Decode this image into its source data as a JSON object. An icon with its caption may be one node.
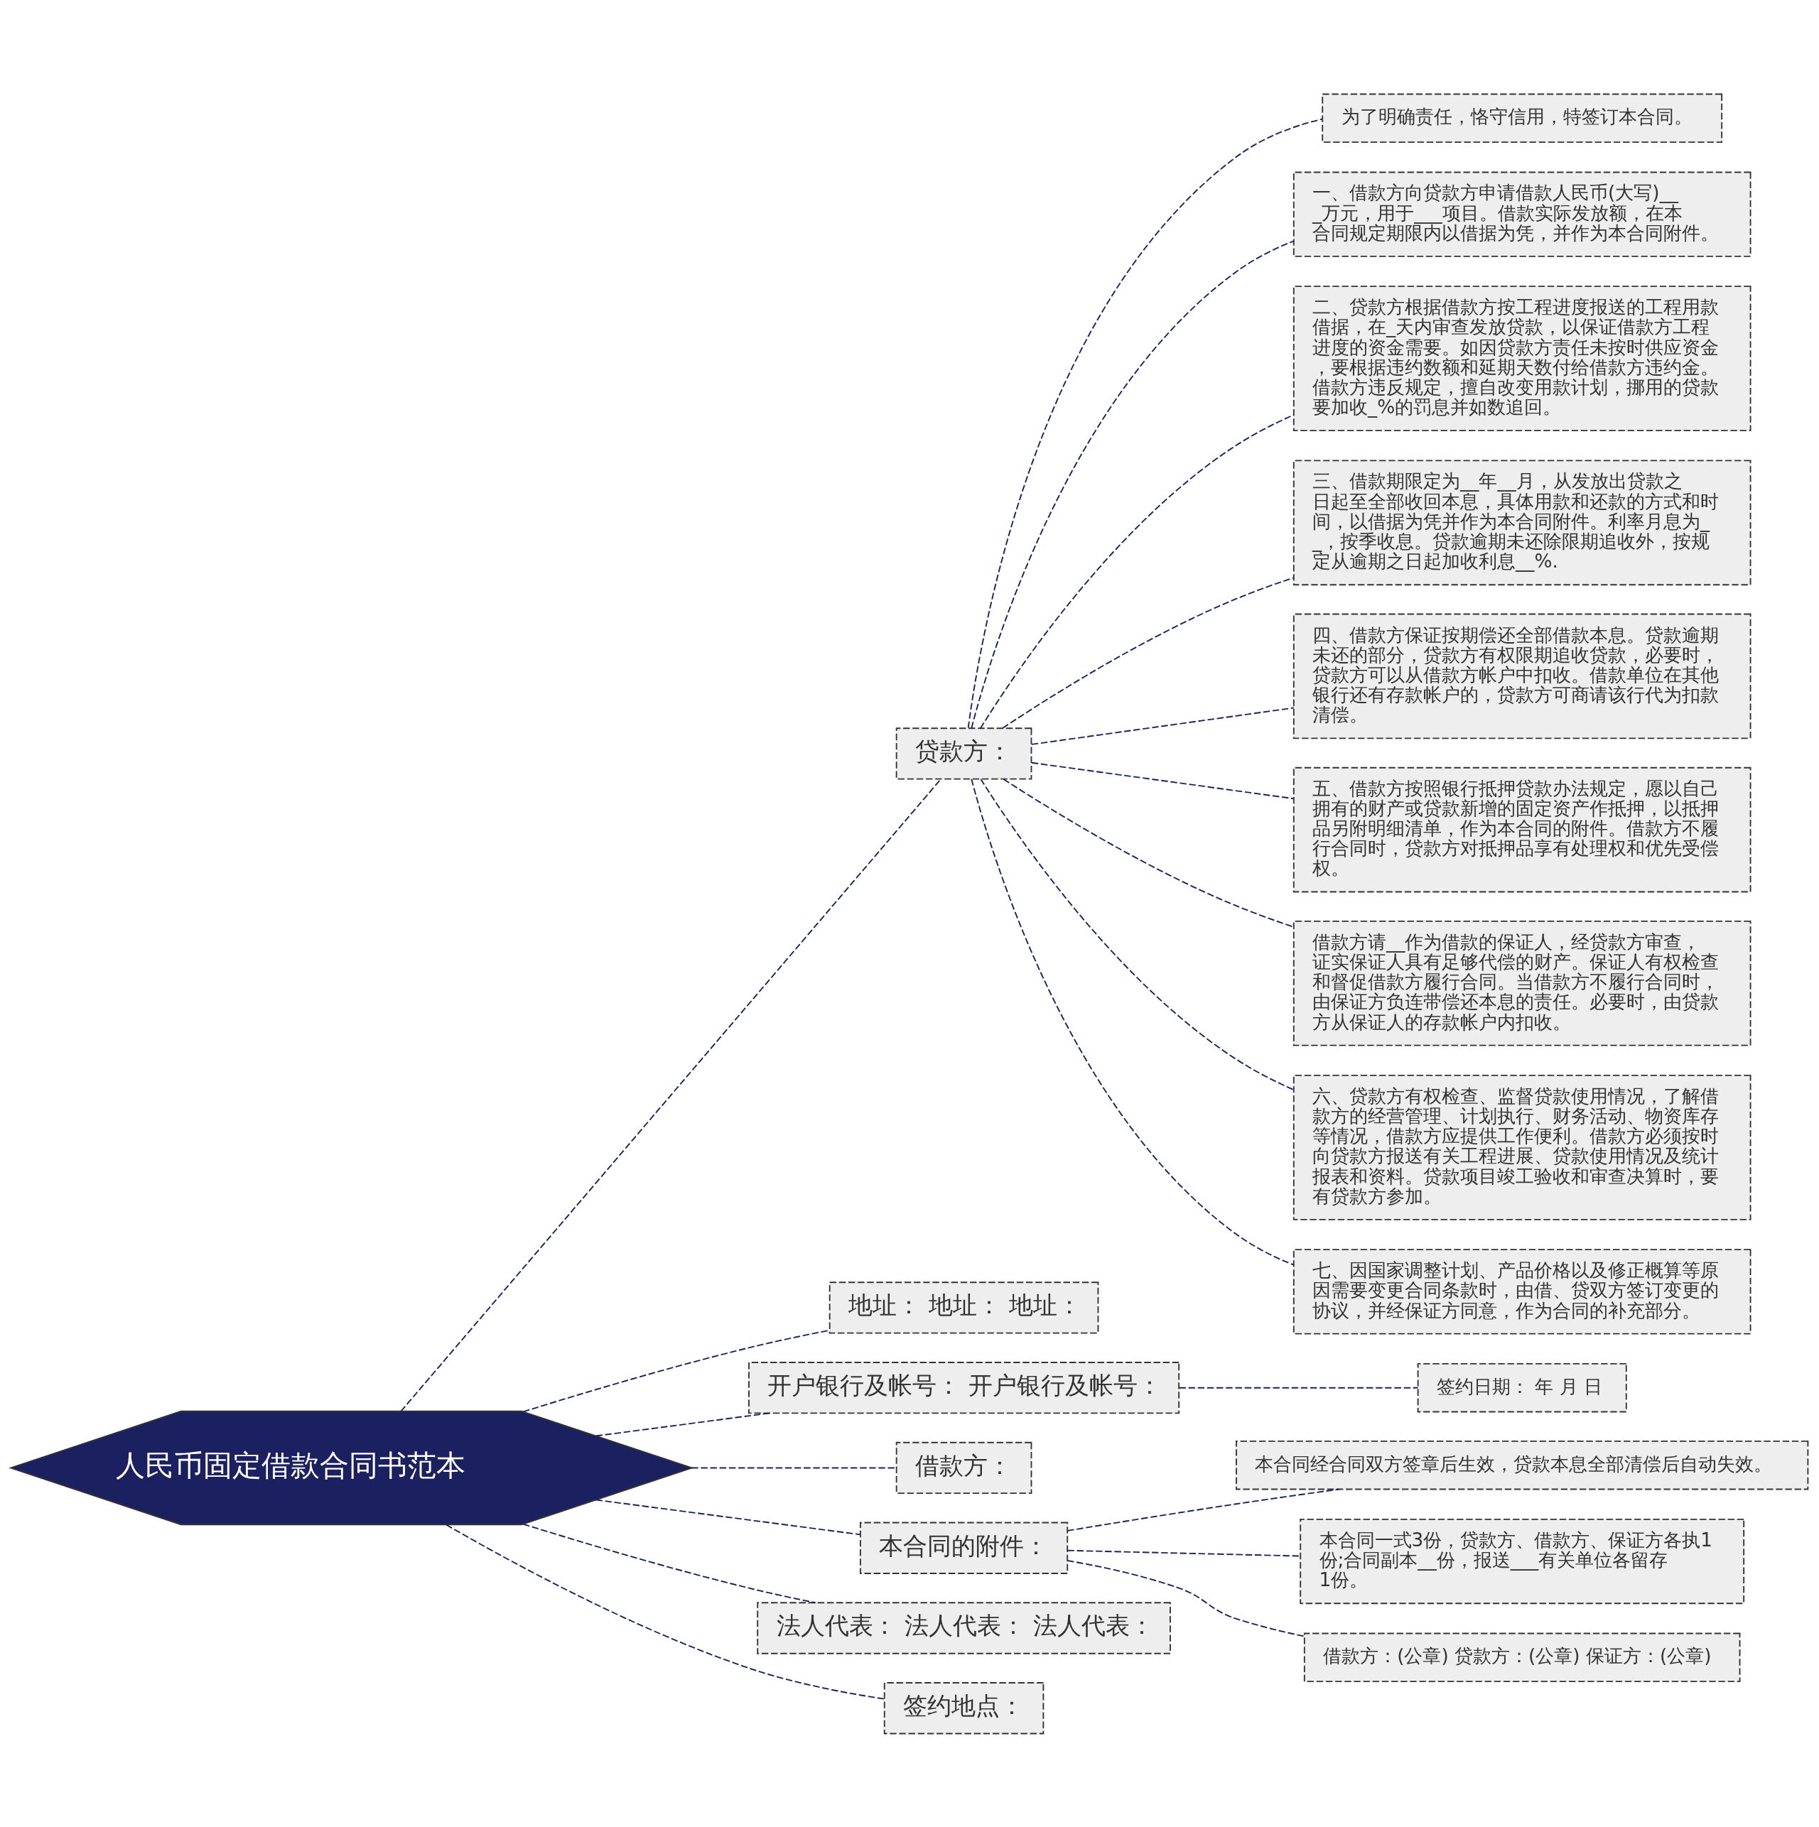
{
  "diagram": {
    "nodes": [
      {
        "text": [
          "人民币固定借款合同书范本"
        ]
      },
      {
        "text": [
          "贷款方："
        ]
      },
      {
        "text": [
          "为了明确责任，恪守信用，特签订本合同。"
        ]
      },
      {
        "text": [
          "一、借款方向贷款方申请借款人民币(大写)___万元，用于___项目。借款实际发放额，在本合同规定期限内以借据为凭，并作为本合同附件。"
        ]
      },
      {
        "text": [
          "二、贷款方根据借款方按工程进度报送的工程用款借据，在_天内审查发放贷款，以保证借款方工程进度的资金需要。如因贷款方责任未按时供应资金，要根据违约数额和延期天数付给借款方违约金。借款方违反规定，擅自改变用款计划，挪用的贷款要加收_%的罚息并如数追回。"
        ]
      },
      {
        "text": [
          "三、借款期限定为__年__月，从发放出贷款之日起至全部收回本息，具体用款和还款的方式和时间，以借据为凭并作为本合同附件。利率月息为__，按季收息。贷款逾期未还除限期追收外，按规定从逾期之日起加收利息__%."
        ]
      },
      {
        "text": [
          "四、借款方保证按期偿还全部借款本息。贷款逾期未还的部分，贷款方有权限期追收贷款，必要时，贷款方可以从借款方帐户中扣收。借款单位在其他银行还有存款帐户的，贷款方可商请该行代为扣款清偿。"
        ]
      },
      {
        "text": [
          "五、借款方按照银行抵押贷款办法规定，愿以自己拥有的财产或贷款新增的固定资产作抵押，以抵押品另附明细清单，作为本合同的附件。借款方不履行合同时，贷款方对抵押品享有处理权和优先受偿权。"
        ]
      },
      {
        "text": [
          "借款方请__作为借款的保证人，经贷款方审查，证实保证人具有足够代偿的财产。保证人有权检查和督促借款方履行合同。当借款方不履行合同时，由保证方负连带偿还本息的责任。必要时，由贷款方从保证人的存款帐户内扣收。"
        ]
      },
      {
        "text": [
          "六、贷款方有权检查、监督贷款使用情况，了解借款方的经营管理、计划执行、财务活动、物资库存等情况，借款方应提供工作便利。借款方必须按时向贷款方报送有关工程进展、贷款使用情况及统计报表和资料。贷款项目竣工验收和审查决算时，要有贷款方参加。"
        ]
      },
      {
        "text": [
          "七、因国家调整计划、产品价格以及修正概算等原因需要变更合同条款时，由借、贷双方签订变更的协议，并经保证方同意，作为合同的补充部分。"
        ]
      },
      {
        "text": [
          "地址： 地址： 地址："
        ]
      },
      {
        "text": [
          "开户银行及帐号： 开户银行及帐号："
        ]
      },
      {
        "text": [
          "签约日期： 年 月 日"
        ]
      },
      {
        "text": [
          "借款方："
        ]
      },
      {
        "text": [
          "本合同的附件："
        ]
      },
      {
        "text": [
          "本合同经合同双方签章后生效，贷款本息全部清偿后自动失效。"
        ]
      },
      {
        "text": [
          "本合同一式3份，贷款方、借款方、保证方各执1份;合同副本__份，报送___有关单位各留存1份。"
        ]
      },
      {
        "text": [
          "借款方：(公章) 贷款方：(公章) 保证方：(公章)"
        ]
      },
      {
        "text": [
          "法人代表： 法人代表： 法人代表："
        ]
      },
      {
        "text": [
          "签约地点："
        ]
      }
    ],
    "edges": [
      {
        "from": 0,
        "to": 1,
        "arrow": "none"
      },
      {
        "from": 1,
        "to": 2,
        "arrow": "none"
      },
      {
        "from": 1,
        "to": 3,
        "arrow": "none"
      },
      {
        "from": 1,
        "to": 4,
        "arrow": "none"
      },
      {
        "from": 1,
        "to": 5,
        "arrow": "none"
      },
      {
        "from": 1,
        "to": 6,
        "arrow": "none"
      },
      {
        "from": 1,
        "to": 7,
        "arrow": "none"
      },
      {
        "from": 1,
        "to": 8,
        "arrow": "none"
      },
      {
        "from": 1,
        "to": 9,
        "arrow": "none"
      },
      {
        "from": 1,
        "to": 10,
        "arrow": "none"
      },
      {
        "from": 0,
        "to": 11,
        "arrow": "none"
      },
      {
        "from": 0,
        "to": 12,
        "arrow": "none"
      },
      {
        "from": 12,
        "to": 13,
        "arrow": "none"
      },
      {
        "from": 0,
        "to": 14,
        "arrow": "none"
      },
      {
        "from": 0,
        "to": 15,
        "arrow": "none"
      },
      {
        "from": 15,
        "to": 16,
        "arrow": "none"
      },
      {
        "from": 15,
        "to": 17,
        "arrow": "none"
      },
      {
        "from": 15,
        "to": 18,
        "arrow": "none"
      },
      {
        "from": 0,
        "to": 19,
        "arrow": "none"
      },
      {
        "from": 0,
        "to": 20,
        "arrow": "none"
      }
    ]
  }
}
